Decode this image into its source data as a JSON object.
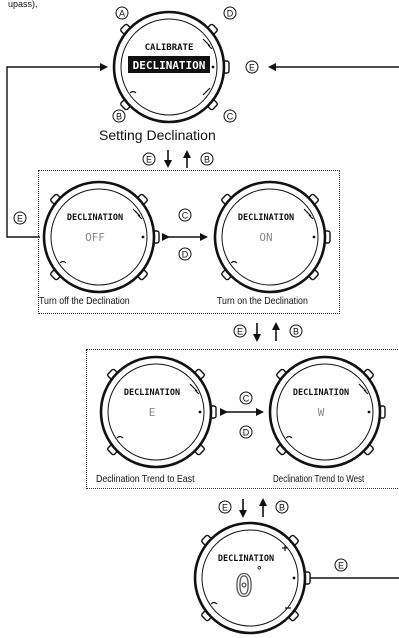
{
  "page_top_fragment": "upass),",
  "buttons": {
    "a": "A",
    "b": "B",
    "c": "C",
    "d": "D",
    "e": "E"
  },
  "watch_calibrate": {
    "top": "CALIBRATE",
    "main": "DECLINATION"
  },
  "caption_setting": "Setting Declination",
  "watch_off": {
    "top": "DECLINATION",
    "main": "OFF"
  },
  "watch_on": {
    "top": "DECLINATION",
    "main": "ON"
  },
  "caption_turn_off": "Turn off the Declination",
  "caption_turn_on": "Turn on the Declination",
  "watch_east": {
    "top": "DECLINATION",
    "main": "E"
  },
  "watch_west": {
    "top": "DECLINATION",
    "main": "W"
  },
  "caption_east": "Declination Trend to East",
  "caption_west": "Declination Trend to West",
  "watch_degree": {
    "top": "DECLINATION",
    "main": "0",
    "unit": "°"
  }
}
